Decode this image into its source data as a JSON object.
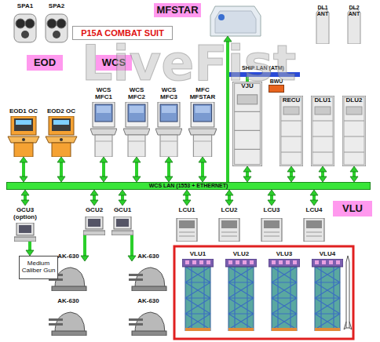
{
  "diagram": {
    "title": "P15A COMBAT SUIT",
    "nodes": [
      {
        "text": [
          "SPA1"
        ]
      },
      {
        "text": [
          "SPA2"
        ]
      },
      {
        "text": [
          "MFSTAR"
        ]
      },
      {
        "text": [
          "DL1 ANT"
        ]
      },
      {
        "text": [
          "DL2 ANT"
        ]
      },
      {
        "text": [
          "EOD"
        ]
      },
      {
        "text": [
          "WCS"
        ]
      },
      {
        "text": [
          "SHIP LAN (ATM)"
        ]
      },
      {
        "text": [
          "BWU"
        ]
      },
      {
        "text": [
          "WCS MFC1"
        ]
      },
      {
        "text": [
          "WCS MFC2"
        ]
      },
      {
        "text": [
          "WCS MFC3"
        ]
      },
      {
        "text": [
          "MFC MFSTAR"
        ]
      },
      {
        "text": [
          "VJU"
        ]
      },
      {
        "text": [
          "RECU"
        ]
      },
      {
        "text": [
          "DLU1"
        ]
      },
      {
        "text": [
          "DLU2"
        ]
      },
      {
        "text": [
          "EOD1 OC"
        ]
      },
      {
        "text": [
          "EOD2 OC"
        ]
      },
      {
        "text": [
          "WCS LAN (1553 + ETHERNET)"
        ]
      },
      {
        "text": [
          "VLU"
        ]
      },
      {
        "text": [
          "GCU3 (option)"
        ]
      },
      {
        "text": [
          "GCU2"
        ]
      },
      {
        "text": [
          "GCU1"
        ]
      },
      {
        "text": [
          "LCU1"
        ]
      },
      {
        "text": [
          "LCU2"
        ]
      },
      {
        "text": [
          "LCU3"
        ]
      },
      {
        "text": [
          "LCU4"
        ]
      },
      {
        "text": [
          "Medium Caliber Gun"
        ]
      },
      {
        "text": [
          "AK-630"
        ]
      },
      {
        "text": [
          "AK-630"
        ]
      },
      {
        "text": [
          "AK-630"
        ]
      },
      {
        "text": [
          "AK-630"
        ]
      },
      {
        "text": [
          "VLU1"
        ]
      },
      {
        "text": [
          "VLU2"
        ]
      },
      {
        "text": [
          "VLU3"
        ]
      },
      {
        "text": [
          "VLU4"
        ]
      }
    ],
    "edges": [
      {
        "from": 17,
        "to": 19,
        "arrow": "both"
      },
      {
        "from": 18,
        "to": 19,
        "arrow": "both"
      },
      {
        "from": 9,
        "to": 19,
        "arrow": "both"
      },
      {
        "from": 10,
        "to": 19,
        "arrow": "both"
      },
      {
        "from": 11,
        "to": 19,
        "arrow": "both"
      },
      {
        "from": 12,
        "to": 19,
        "arrow": "both"
      },
      {
        "from": 19,
        "to": 2,
        "arrow": "to"
      },
      {
        "from": 7,
        "to": 13,
        "arrow": "none"
      },
      {
        "from": 13,
        "to": 19,
        "arrow": "both"
      },
      {
        "from": 14,
        "to": 19,
        "arrow": "both"
      },
      {
        "from": 15,
        "to": 19,
        "arrow": "both"
      },
      {
        "from": 16,
        "to": 19,
        "arrow": "both"
      },
      {
        "from": 19,
        "to": 21,
        "arrow": "both"
      },
      {
        "from": 19,
        "to": 22,
        "arrow": "both"
      },
      {
        "from": 19,
        "to": 23,
        "arrow": "both"
      },
      {
        "from": 19,
        "to": 24,
        "arrow": "both"
      },
      {
        "from": 19,
        "to": 25,
        "arrow": "both"
      },
      {
        "from": 19,
        "to": 26,
        "arrow": "both"
      },
      {
        "from": 19,
        "to": 27,
        "arrow": "both"
      },
      {
        "from": 21,
        "to": 28,
        "arrow": "to"
      },
      {
        "from": 22,
        "to": 29,
        "arrow": "to"
      },
      {
        "from": 23,
        "to": 30,
        "arrow": "to"
      }
    ],
    "labels": [
      "LiveFist"
    ]
  }
}
